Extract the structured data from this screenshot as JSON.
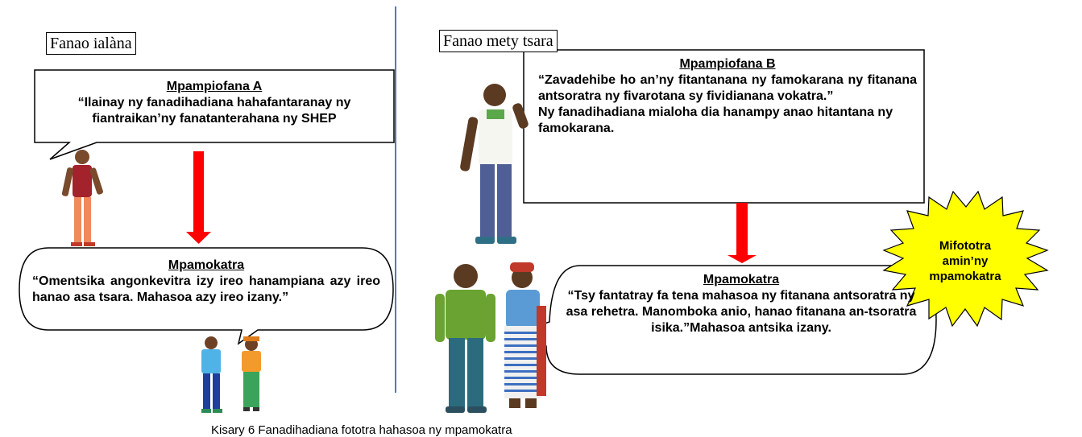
{
  "left_panel": {
    "label": "Fanao ialàna",
    "bubble_top": {
      "title": "Mpampiofana A",
      "text": "“Ilainay ny fanadihadiana hahafantaranay ny fiantraikan’ny fanatanterahana ny SHEP"
    },
    "bubble_bottom": {
      "title": "Mpamokatra",
      "text": "“Omentsika angonkevitra izy ireo hanampiana azy ireo hanao asa tsara. Mahasoa azy ireo izany.”"
    }
  },
  "right_panel": {
    "label": "Fanao mety tsara",
    "bubble_top": {
      "title": "Mpampiofana B",
      "quote": "“Zavadehibe ho an’ny fitantanana ny famokarana ny fitanana antsoratra ny fivarotana sy fividianana vokatra.”",
      "text": "Ny fanadihadiana mialoha dia hanampy anao hitantana ny famokarana."
    },
    "bubble_bottom": {
      "title": "Mpamokatra",
      "text": "“Tsy fantatray fa tena mahasoa ny fitanana antsoratra ny asa rehetra. Manomboka anio, hanao fitanana an-tsoratra isika.”Mahasoa antsika izany."
    },
    "burst": {
      "text": "Mifototra amin’ny mpamokatra",
      "color": "#ffff00"
    }
  },
  "arrow_color": "#ff0000",
  "caption": "Kisary 6 Fanadihadiana fototra hahasoa ny mpamokatra"
}
